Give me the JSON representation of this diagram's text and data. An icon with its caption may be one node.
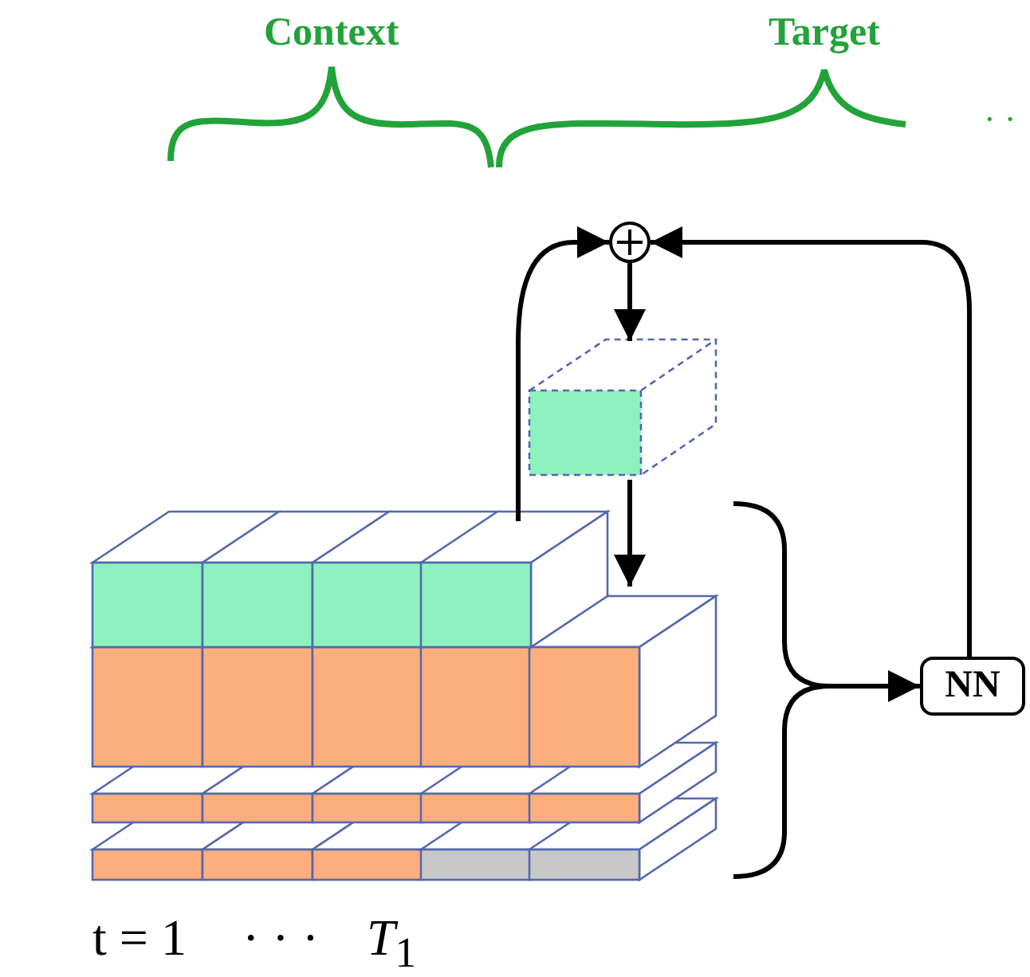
{
  "diagram": {
    "nodes": [
      {
        "text": [],
        "shape": "circle"
      },
      {
        "text": [],
        "shape": "box"
      },
      {
        "text": [],
        "shape": "picture"
      },
      {
        "text": [
          "NN"
        ]
      }
    ],
    "edges": [
      {
        "from": 2,
        "to": 0,
        "arrow": "to"
      },
      {
        "from": 3,
        "to": 0,
        "arrow": "to"
      },
      {
        "from": 0,
        "to": 1,
        "arrow": "to"
      },
      {
        "from": 1,
        "to": 2,
        "arrow": "to"
      },
      {
        "from": 2,
        "to": 3,
        "arrow": "to"
      }
    ],
    "labels": [
      "Context",
      "Target",
      "· ·",
      "t = 1",
      "· · ·",
      "*T*$_{1}$"
    ]
  }
}
